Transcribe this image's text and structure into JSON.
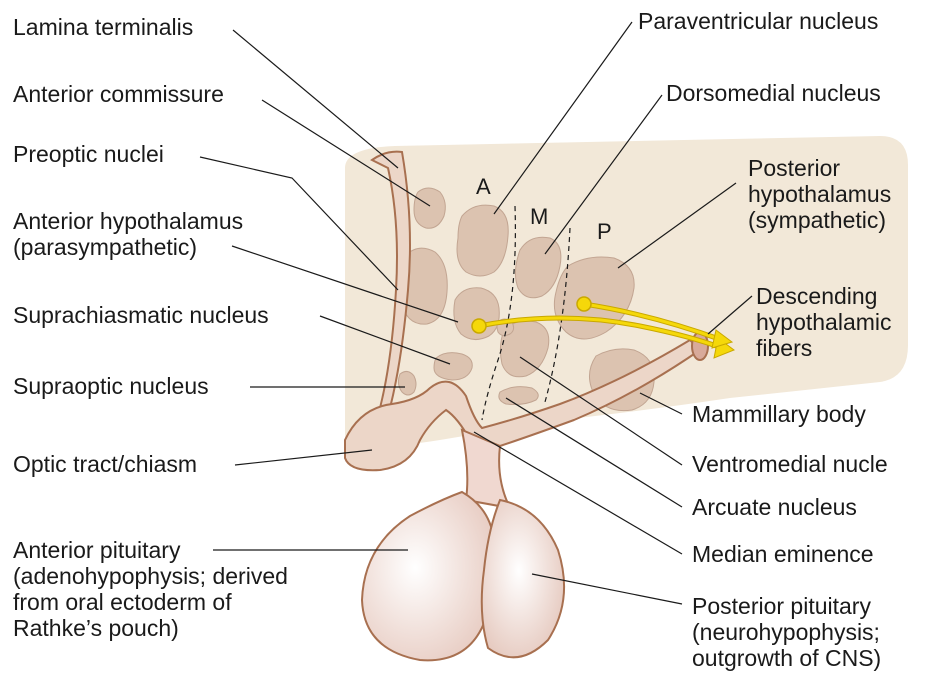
{
  "colors": {
    "background_region": "#f2e8d8",
    "nucleus_fill": "#dcc3b0",
    "nucleus_stroke": "#b89a86",
    "tissue_fill": "#ecd6c8",
    "tissue_stroke": "#a87050",
    "pituitary_fill": "#f0d8d0",
    "fiber_yellow": "#f5d80a",
    "fiber_stroke": "#c9a800",
    "leader_line": "#1a1a1a"
  },
  "region_letters": {
    "anterior": "A",
    "middle": "M",
    "posterior": "P"
  },
  "labels": {
    "lamina_terminalis": "Lamina terminalis",
    "anterior_commissure": "Anterior commissure",
    "preoptic_nuclei": "Preoptic nuclei",
    "anterior_hypothalamus": [
      "Anterior hypothalamus",
      "(parasympathetic)"
    ],
    "suprachiasmatic_nucleus": "Suprachiasmatic nucleus",
    "supraoptic_nucleus": "Supraoptic nucleus",
    "optic_tract_chiasm": "Optic tract/chiasm",
    "anterior_pituitary": [
      "Anterior pituitary",
      "(adenohypophysis; derived",
      "from oral ectoderm of",
      "Rathke’s pouch)"
    ],
    "paraventricular_nucleus": "Paraventricular nucleus",
    "dorsomedial_nucleus": "Dorsomedial nucleus",
    "posterior_hypothalamus": [
      "Posterior",
      "hypothalamus",
      "(sympathetic)"
    ],
    "descending_hypothalamic_fibers": [
      "Descending",
      "hypothalamic",
      "fibers"
    ],
    "mammillary_body": "Mammillary body",
    "ventromedial_nucleus": "Ventromedial nucle",
    "arcuate_nucleus": "Arcuate nucleus",
    "median_eminence": "Median eminence",
    "posterior_pituitary": [
      "Posterior pituitary",
      "(neurohypophysis;",
      "outgrowth of CNS)"
    ]
  }
}
